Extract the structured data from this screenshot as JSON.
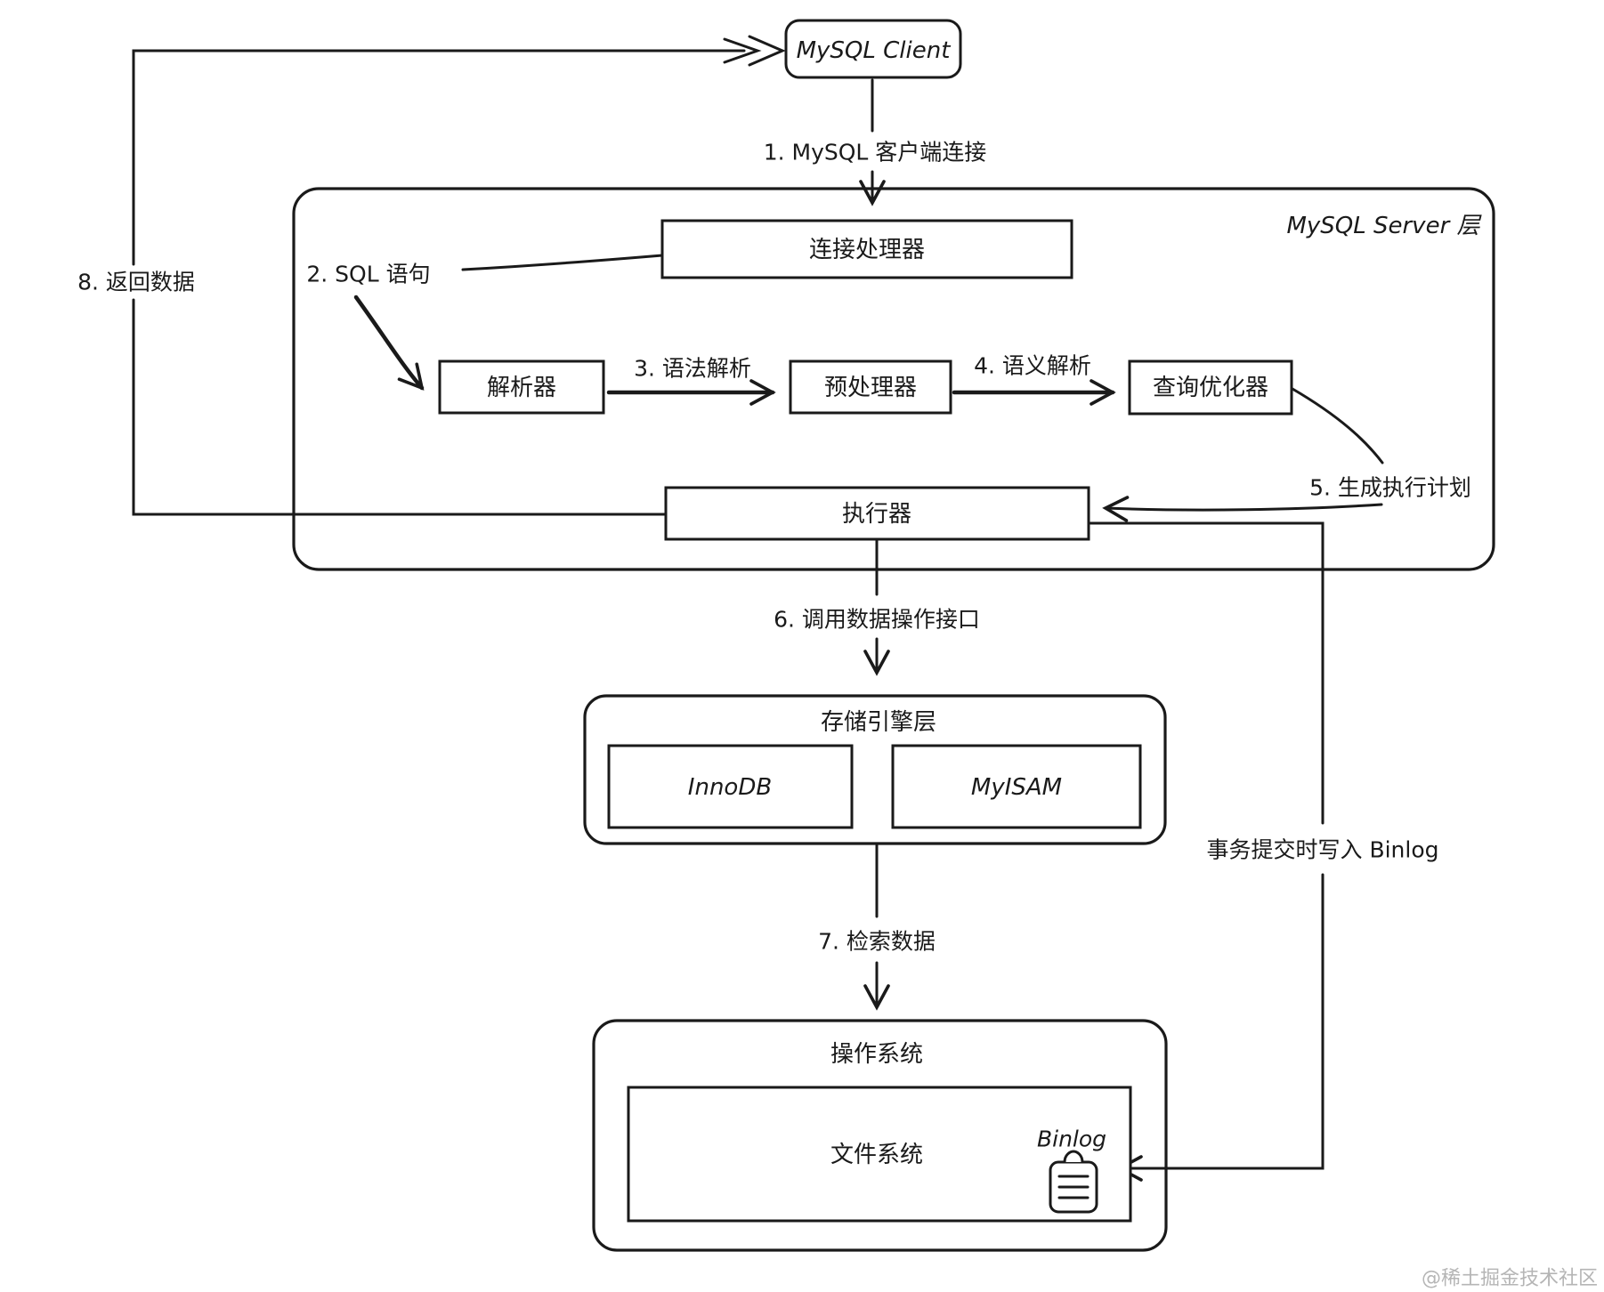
{
  "diagram_title": "MySQL query execution architecture flow",
  "nodes": {
    "client": "MySQL Client",
    "server_layer": "MySQL Server 层",
    "connection_handler": "连接处理器",
    "parser": "解析器",
    "preprocessor": "预处理器",
    "optimizer": "查询优化器",
    "executor": "执行器",
    "storage_layer": "存储引擎层",
    "innodb": "InnoDB",
    "myisam": "MyISAM",
    "os_layer": "操作系统",
    "filesystem": "文件系统",
    "binlog": "Binlog"
  },
  "steps": {
    "s1": "1. MySQL 客户端连接",
    "s2": "2. SQL 语句",
    "s3": "3. 语法解析",
    "s4": "4. 语义解析",
    "s5": "5. 生成执行计划",
    "s6": "6. 调用数据操作接口",
    "s7": "7. 检索数据",
    "s8": "8. 返回数据",
    "binlog_write": "事务提交时写入 Binlog"
  },
  "watermark": "@稀土掘金技术社区",
  "colors": {
    "stroke": "#1a1a1a",
    "background": "#ffffff",
    "watermark": "#b5b5b5"
  }
}
